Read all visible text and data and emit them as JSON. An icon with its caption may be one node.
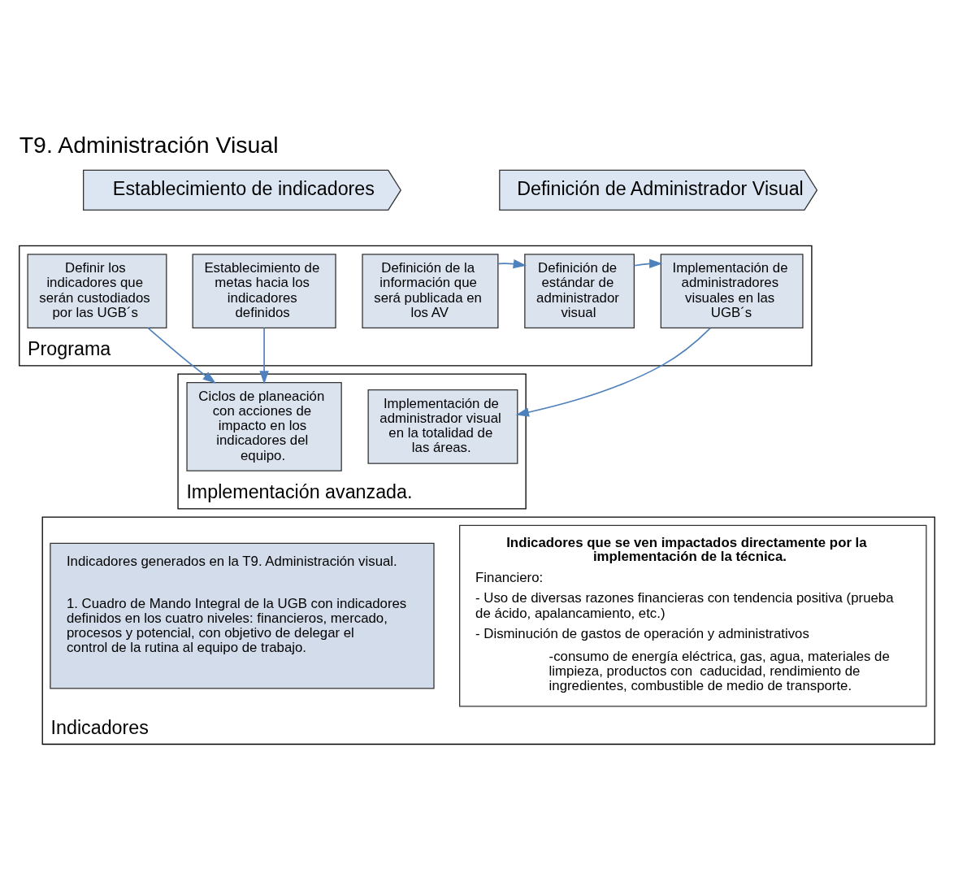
{
  "diagram": {
    "title": "T9. Administración Visual",
    "nodes": [
      {
        "text": [
          "Establecimiento de indicadores"
        ]
      },
      {
        "text": [
          "Definición de Administrador Visual"
        ]
      },
      {
        "text": [
          "Programa"
        ]
      },
      {
        "text": [
          "Definir los indicadores que serán custodiados por las UGB´s"
        ],
        "in": 2
      },
      {
        "text": [
          "Establecimiento de metas hacia los indicadores definidos"
        ],
        "in": 2
      },
      {
        "text": [
          "Definición de la información que será publicada en los AV"
        ],
        "in": 2
      },
      {
        "text": [
          "Definición de estándar de administrador visual"
        ],
        "in": 2
      },
      {
        "text": [
          "Implementación de administradores visuales en las UGB´s"
        ],
        "in": 2
      },
      {
        "text": [
          "Implementación avanzada."
        ]
      },
      {
        "text": [
          "Ciclos de planeación con acciones de impacto en los indicadores del equipo."
        ],
        "in": 8
      },
      {
        "text": [
          "Implementación de administrador visual en la totalidad de las áreas."
        ],
        "in": 8
      },
      {
        "text": [
          "Indicadores"
        ]
      },
      {
        "text": [
          "Indicadores generados en la T9. Administración visual.",
          "1. Cuadro de Mando Integral de la UGB con indicadores definidos en los cuatro niveles: financieros, mercado, procesos y potencial, con objetivo de delegar el control de la rutina al equipo de trabajo."
        ],
        "in": 11
      },
      {
        "text": [
          "Indicadores que se ven impactados directamente por la implementación de la técnica.",
          "Financiero:",
          "- Uso de diversas razones financieras con tendencia positiva (prueba de ácido, apalancamiento, etc.)",
          "- Disminución de gastos de operación y administrativos",
          "-consumo de energía eléctrica, gas, agua, materiales de limpieza, productos con  caducidad, rendimiento de ingredientes, combustible de medio de transporte."
        ],
        "in": 11
      }
    ],
    "edges": [
      {
        "from": 3,
        "to": 9,
        "arrow": "to"
      },
      {
        "from": 4,
        "to": 9,
        "arrow": "to"
      },
      {
        "from": 5,
        "to": 6,
        "arrow": "to"
      },
      {
        "from": 6,
        "to": 7,
        "arrow": "to"
      },
      {
        "from": 7,
        "to": 10,
        "arrow": "to"
      }
    ]
  }
}
